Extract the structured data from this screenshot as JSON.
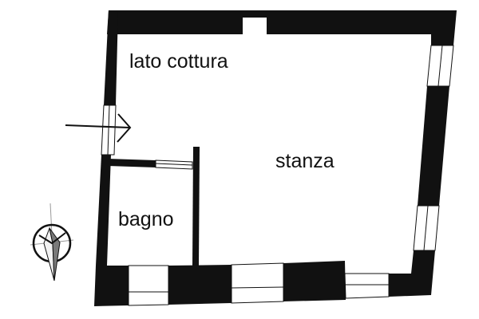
{
  "rooms": {
    "kitchen": "lato cottura",
    "room": "stanza",
    "bathroom": "bagno"
  },
  "colors": {
    "wall": "#111111",
    "background": "#ffffff",
    "compass_light": "#f2f2f2",
    "compass_dark": "#7a7a7a"
  },
  "icons": {
    "compass": "compass-rose-icon",
    "entrance": "entrance-arrow-icon"
  }
}
